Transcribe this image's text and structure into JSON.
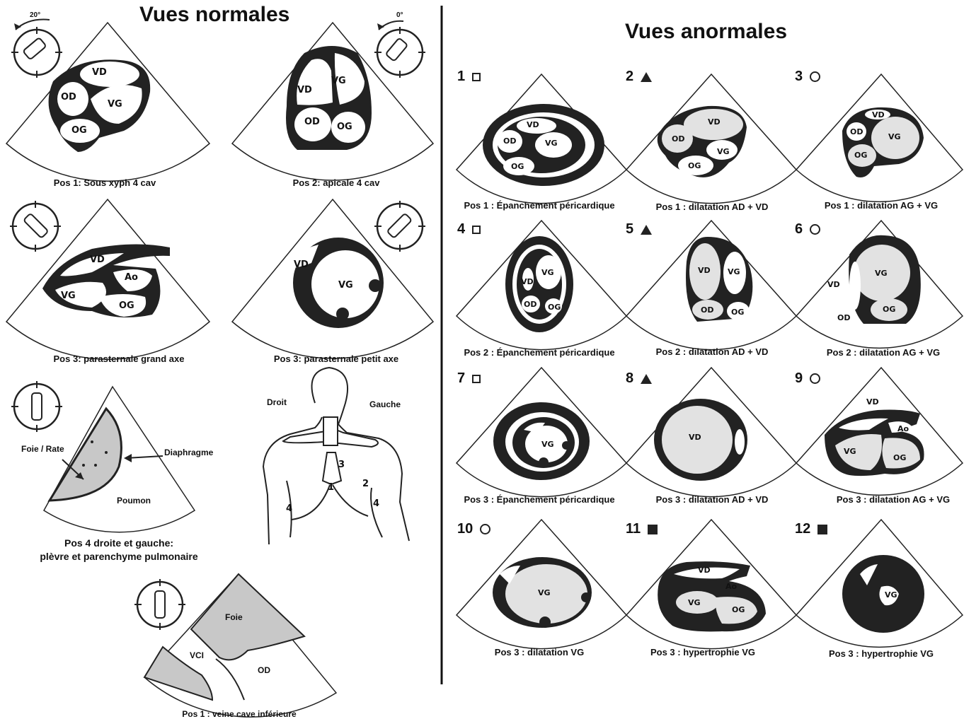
{
  "normal": {
    "title": "Vues normales",
    "views": [
      {
        "caption": "Pos 1: Sous xyph 4 cav",
        "probe_angle": "20°",
        "chambers": [
          "VD",
          "OD",
          "VG",
          "OG"
        ]
      },
      {
        "caption": "Pos 2: apicale 4 cav",
        "probe_angle": "0°",
        "chambers": [
          "VD",
          "VG",
          "OD",
          "OG"
        ]
      },
      {
        "caption": "Pos 3: parasternale grand axe",
        "chambers": [
          "VD",
          "Ao",
          "VG",
          "OG"
        ]
      },
      {
        "caption": "Pos 3: parasternale petit axe",
        "chambers": [
          "VD",
          "VG"
        ]
      }
    ],
    "lung_view": {
      "caption_line1": "Pos 4 droite et gauche:",
      "caption_line2": "plèvre et parenchyme pulmonaire",
      "label_liver": "Foie / Rate",
      "label_diaphragm": "Diaphragme",
      "label_lung": "Poumon"
    },
    "body_diagram": {
      "label_right": "Droit",
      "label_left": "Gauche",
      "positions": [
        "1",
        "2",
        "3",
        "4",
        "4"
      ]
    },
    "ivc_view": {
      "caption": "Pos 1 : veine cave inférieure",
      "label_liver": "Foie",
      "label_vci": "VCI",
      "label_od": "OD"
    }
  },
  "abnormal": {
    "title": "Vues anormales",
    "views": [
      {
        "num": "1",
        "symbol": "square-outline",
        "caption": "Pos 1 : Épanchement péricardique",
        "chambers": [
          "VD",
          "OD",
          "VG",
          "OG"
        ]
      },
      {
        "num": "2",
        "symbol": "triangle",
        "caption": "Pos 1 : dilatation AD + VD",
        "chambers": [
          "VD",
          "OD",
          "VG",
          "OG"
        ]
      },
      {
        "num": "3",
        "symbol": "circle-outline",
        "caption": "Pos 1 : dilatation AG + VG",
        "chambers": [
          "VD",
          "OD",
          "VG",
          "OG"
        ]
      },
      {
        "num": "4",
        "symbol": "square-outline",
        "caption": "Pos 2 : Épanchement péricardique",
        "chambers": [
          "VG",
          "VD",
          "OD",
          "OG"
        ]
      },
      {
        "num": "5",
        "symbol": "triangle",
        "caption": "Pos 2 : dilatation AD + VD",
        "chambers": [
          "VD",
          "VG",
          "OD",
          "OG"
        ]
      },
      {
        "num": "6",
        "symbol": "circle-outline",
        "caption": "Pos 2 : dilatation AG + VG",
        "chambers": [
          "VD",
          "VG",
          "OD",
          "OG"
        ]
      },
      {
        "num": "7",
        "symbol": "square-outline",
        "caption": "Pos 3 : Épanchement péricardique",
        "chambers": [
          "VG"
        ]
      },
      {
        "num": "8",
        "symbol": "triangle",
        "caption": "Pos 3 : dilatation AD + VD",
        "chambers": [
          "VD"
        ]
      },
      {
        "num": "9",
        "symbol": "circle-outline",
        "caption": "Pos 3 : dilatation AG + VG",
        "chambers": [
          "VD",
          "Ao",
          "VG",
          "OG"
        ]
      },
      {
        "num": "10",
        "symbol": "circle-outline",
        "caption": "Pos 3 : dilatation VG",
        "chambers": [
          "VG"
        ]
      },
      {
        "num": "11",
        "symbol": "square-filled",
        "caption": "Pos 3 : hypertrophie VG",
        "chambers": [
          "VD",
          "Ao",
          "VG",
          "OG"
        ]
      },
      {
        "num": "12",
        "symbol": "square-filled",
        "caption": "Pos 3 : hypertrophie VG",
        "chambers": [
          "VG"
        ]
      }
    ]
  },
  "colors": {
    "ink": "#222222",
    "fill_gray": "#d6d6d6",
    "fill_light": "#e2e2e2"
  }
}
